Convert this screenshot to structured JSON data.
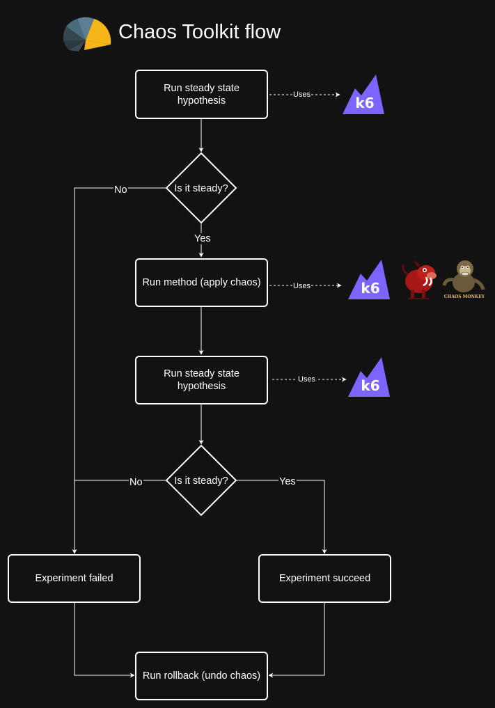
{
  "title": "Chaos Toolkit flow",
  "nodes": {
    "steady_state_1": "Run steady state hypothesis",
    "decision_1": "Is it steady?",
    "method": "Run method (apply chaos)",
    "steady_state_2": "Run steady state hypothesis",
    "decision_2": "Is it steady?",
    "failed": "Experiment failed",
    "succeed": "Experiment succeed",
    "rollback": "Run rollback (undo chaos)"
  },
  "edge_labels": {
    "uses_1": "Uses",
    "uses_2": "Uses",
    "uses_3": "Uses",
    "no_1": "No",
    "yes_1": "Yes",
    "no_2": "No",
    "yes_2": "Yes"
  },
  "tools": {
    "k6_text": "k6",
    "chaos_monkey_text": "CHAOS MONKEY"
  },
  "colors": {
    "background": "#121212",
    "stroke": "#ffffff",
    "k6_purple": "#7d64ff",
    "logo_blue": "#5b7f93",
    "logo_yellow": "#f6b518",
    "logo_dark": "#3a4a55"
  }
}
